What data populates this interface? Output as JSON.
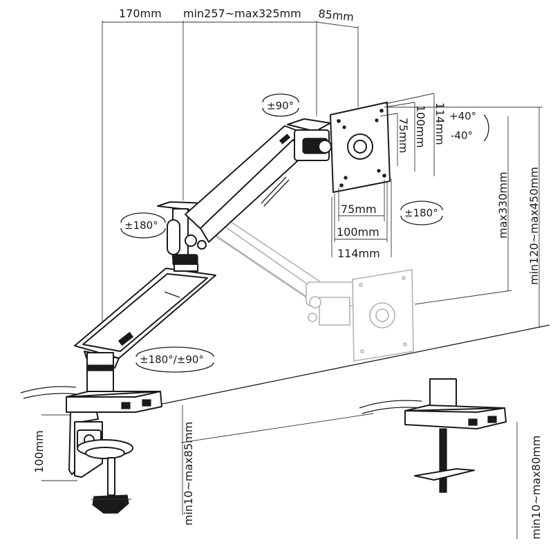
{
  "dimensions": {
    "top_left": "170mm",
    "top_mid": "min257~max325mm",
    "top_right": "85mm",
    "vesa_h_75": "75mm",
    "vesa_h_100": "100mm",
    "vesa_h_114": "114mm",
    "vesa_v_75": "75mm",
    "vesa_v_100": "100mm",
    "vesa_v_114": "114mm",
    "height_330": "max330mm",
    "height_range": "min120~max450mm",
    "clamp_100": "100mm",
    "clamp_range_left": "min10~max85mm",
    "clamp_range_right": "min10~max80mm"
  },
  "rotations": {
    "swivel_top": "±90°",
    "tilt_plus": "+40°",
    "tilt_minus": "-40°",
    "rotate_screen": "±180°",
    "rotate_joint": "±180°",
    "rotate_base": "±180°/±90°"
  }
}
